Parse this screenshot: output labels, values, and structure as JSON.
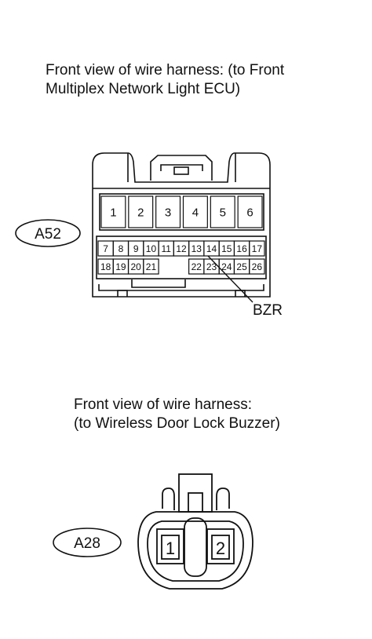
{
  "connector_a52": {
    "caption_line1": "Front view of wire harness: (to Front",
    "caption_line2": "Multiplex Network Light ECU)",
    "label": "A52",
    "pins_row1": [
      "1",
      "2",
      "3",
      "4",
      "5",
      "6"
    ],
    "pins_row2": [
      "7",
      "8",
      "9",
      "10",
      "11",
      "12",
      "13",
      "14",
      "15",
      "16",
      "17"
    ],
    "pins_row3_left": [
      "18",
      "19",
      "20",
      "21"
    ],
    "pins_row3_right": [
      "22",
      "23",
      "24",
      "25",
      "26"
    ],
    "callout": "BZR"
  },
  "connector_a28": {
    "caption_line1": "Front view of wire harness:",
    "caption_line2": "(to Wireless Door Lock Buzzer)",
    "label": "A28",
    "pins": [
      "1",
      "2"
    ]
  }
}
